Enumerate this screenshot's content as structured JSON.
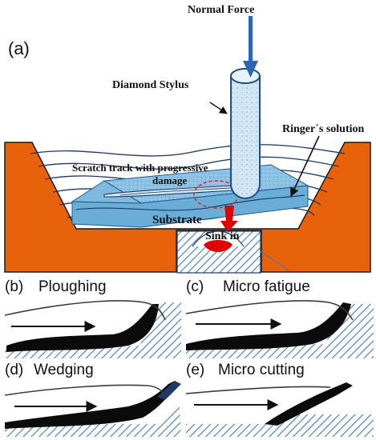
{
  "colors": {
    "orange": "#e8620c",
    "blue": "#3d7ab8",
    "lightBlue": "#9fd0ea",
    "substrate": "#7fb9dd",
    "stylus": "#bcd8ee",
    "red": "#e00000",
    "black": "#111111"
  },
  "panel_a": {
    "label": "(a)",
    "normal_force": "Normal Force",
    "diamond_stylus": "Diamond Stylus",
    "ringers_solution": "Ringer´s solution",
    "scratch_track_line1": "Scratch track with progressive",
    "scratch_track_line2": "damage",
    "substrate": "Substrate",
    "sink_in": "Sink in"
  },
  "panels": [
    {
      "label": "(b)",
      "title": "Ploughing"
    },
    {
      "label": "(c)",
      "title": "Micro fatigue"
    },
    {
      "label": "(d)",
      "title": "Wedging"
    },
    {
      "label": "(e)",
      "title": "Micro cutting"
    }
  ],
  "icons": [
    "down-arrow-icon",
    "pointer-arrow-icon",
    "right-arrow-icon"
  ]
}
